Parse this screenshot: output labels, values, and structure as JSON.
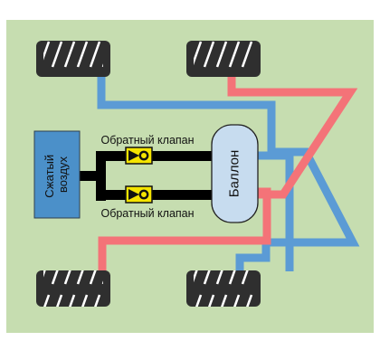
{
  "labels": {
    "compressed_air_line1": "Сжатый",
    "compressed_air_line2": "воздух",
    "valve_top": "Обратный клапан",
    "valve_bottom": "Обратный клапан",
    "tank": "Баллон"
  },
  "colors": {
    "background": "#c6ddb0",
    "blue_line": "#5b9bd5",
    "red_line": "#f47378",
    "source_box": "#4b90c9",
    "tank_fill": "#c7dcef",
    "valve_yellow": "#f5e400",
    "tire_dark": "#2f2f2f"
  },
  "icons": {
    "valve": "check-valve-icon",
    "tire": "tire-icon"
  }
}
